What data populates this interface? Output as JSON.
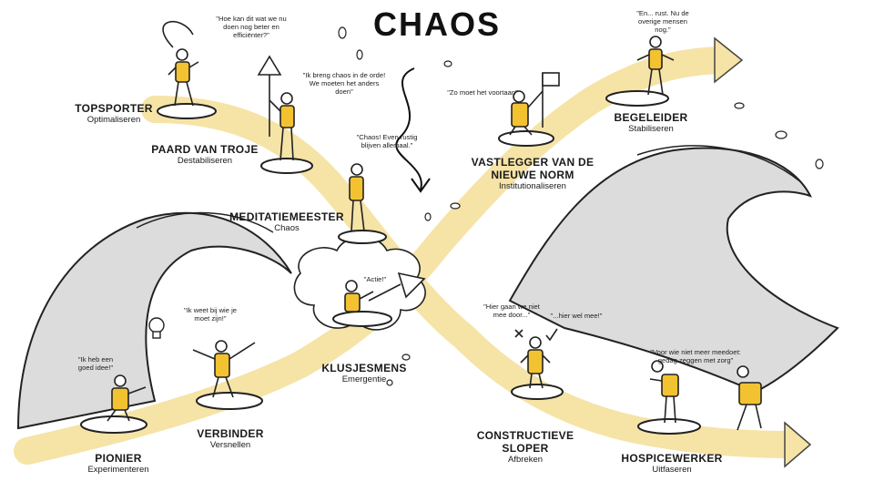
{
  "title": "CHAOS",
  "colors": {
    "accent": "#f2c230",
    "band": "#f6e3a6",
    "ink": "#1a1a1a",
    "wave": "#d9d9d9"
  },
  "roles": [
    {
      "name": "TOPSPORTER",
      "sub": "Optimaliseren"
    },
    {
      "name": "PAARD VAN TROJE",
      "sub": "Destabiliseren"
    },
    {
      "name": "MEDITATIEMEESTER",
      "sub": "Chaos"
    },
    {
      "name": "VASTLEGGER VAN DE NIEUWE NORM",
      "sub": "Institutionaliseren"
    },
    {
      "name": "BEGELEIDER",
      "sub": "Stabiliseren"
    },
    {
      "name": "PIONIER",
      "sub": "Experimenteren"
    },
    {
      "name": "VERBINDER",
      "sub": "Versnellen"
    },
    {
      "name": "KLUSJESMENS",
      "sub": "Emergentie"
    },
    {
      "name": "CONSTRUCTIEVE SLOPER",
      "sub": "Afbreken"
    },
    {
      "name": "HOSPICEWERKER",
      "sub": "Uitfaseren"
    }
  ],
  "quotes": {
    "topsporter": "\"Hoe kan dit wat we nu doen nog beter en efficiënter?\"",
    "paard": "\"Ik breng chaos in de orde! We moeten het anders doen\"",
    "meditatie": "\"Chaos! Even rustig blijven allemaal.\"",
    "vastlegger": "\"Zo moet het voortaan\"",
    "begeleider": "\"En... rust. Nu de overige mensen nog.\"",
    "pionier": "\"Ik heb een goed idee!\"",
    "verbinder": "\"Ik weet bij wie je moet zijn!\"",
    "klusjes": "\"Actie!\"",
    "sloper1": "\"Hier gaan we niet mee door...\"",
    "sloper2": "\"...hier wel mee!\"",
    "hospice": "\"Voor wie niet meer meedoet: gedag zeggen met zorg\""
  }
}
